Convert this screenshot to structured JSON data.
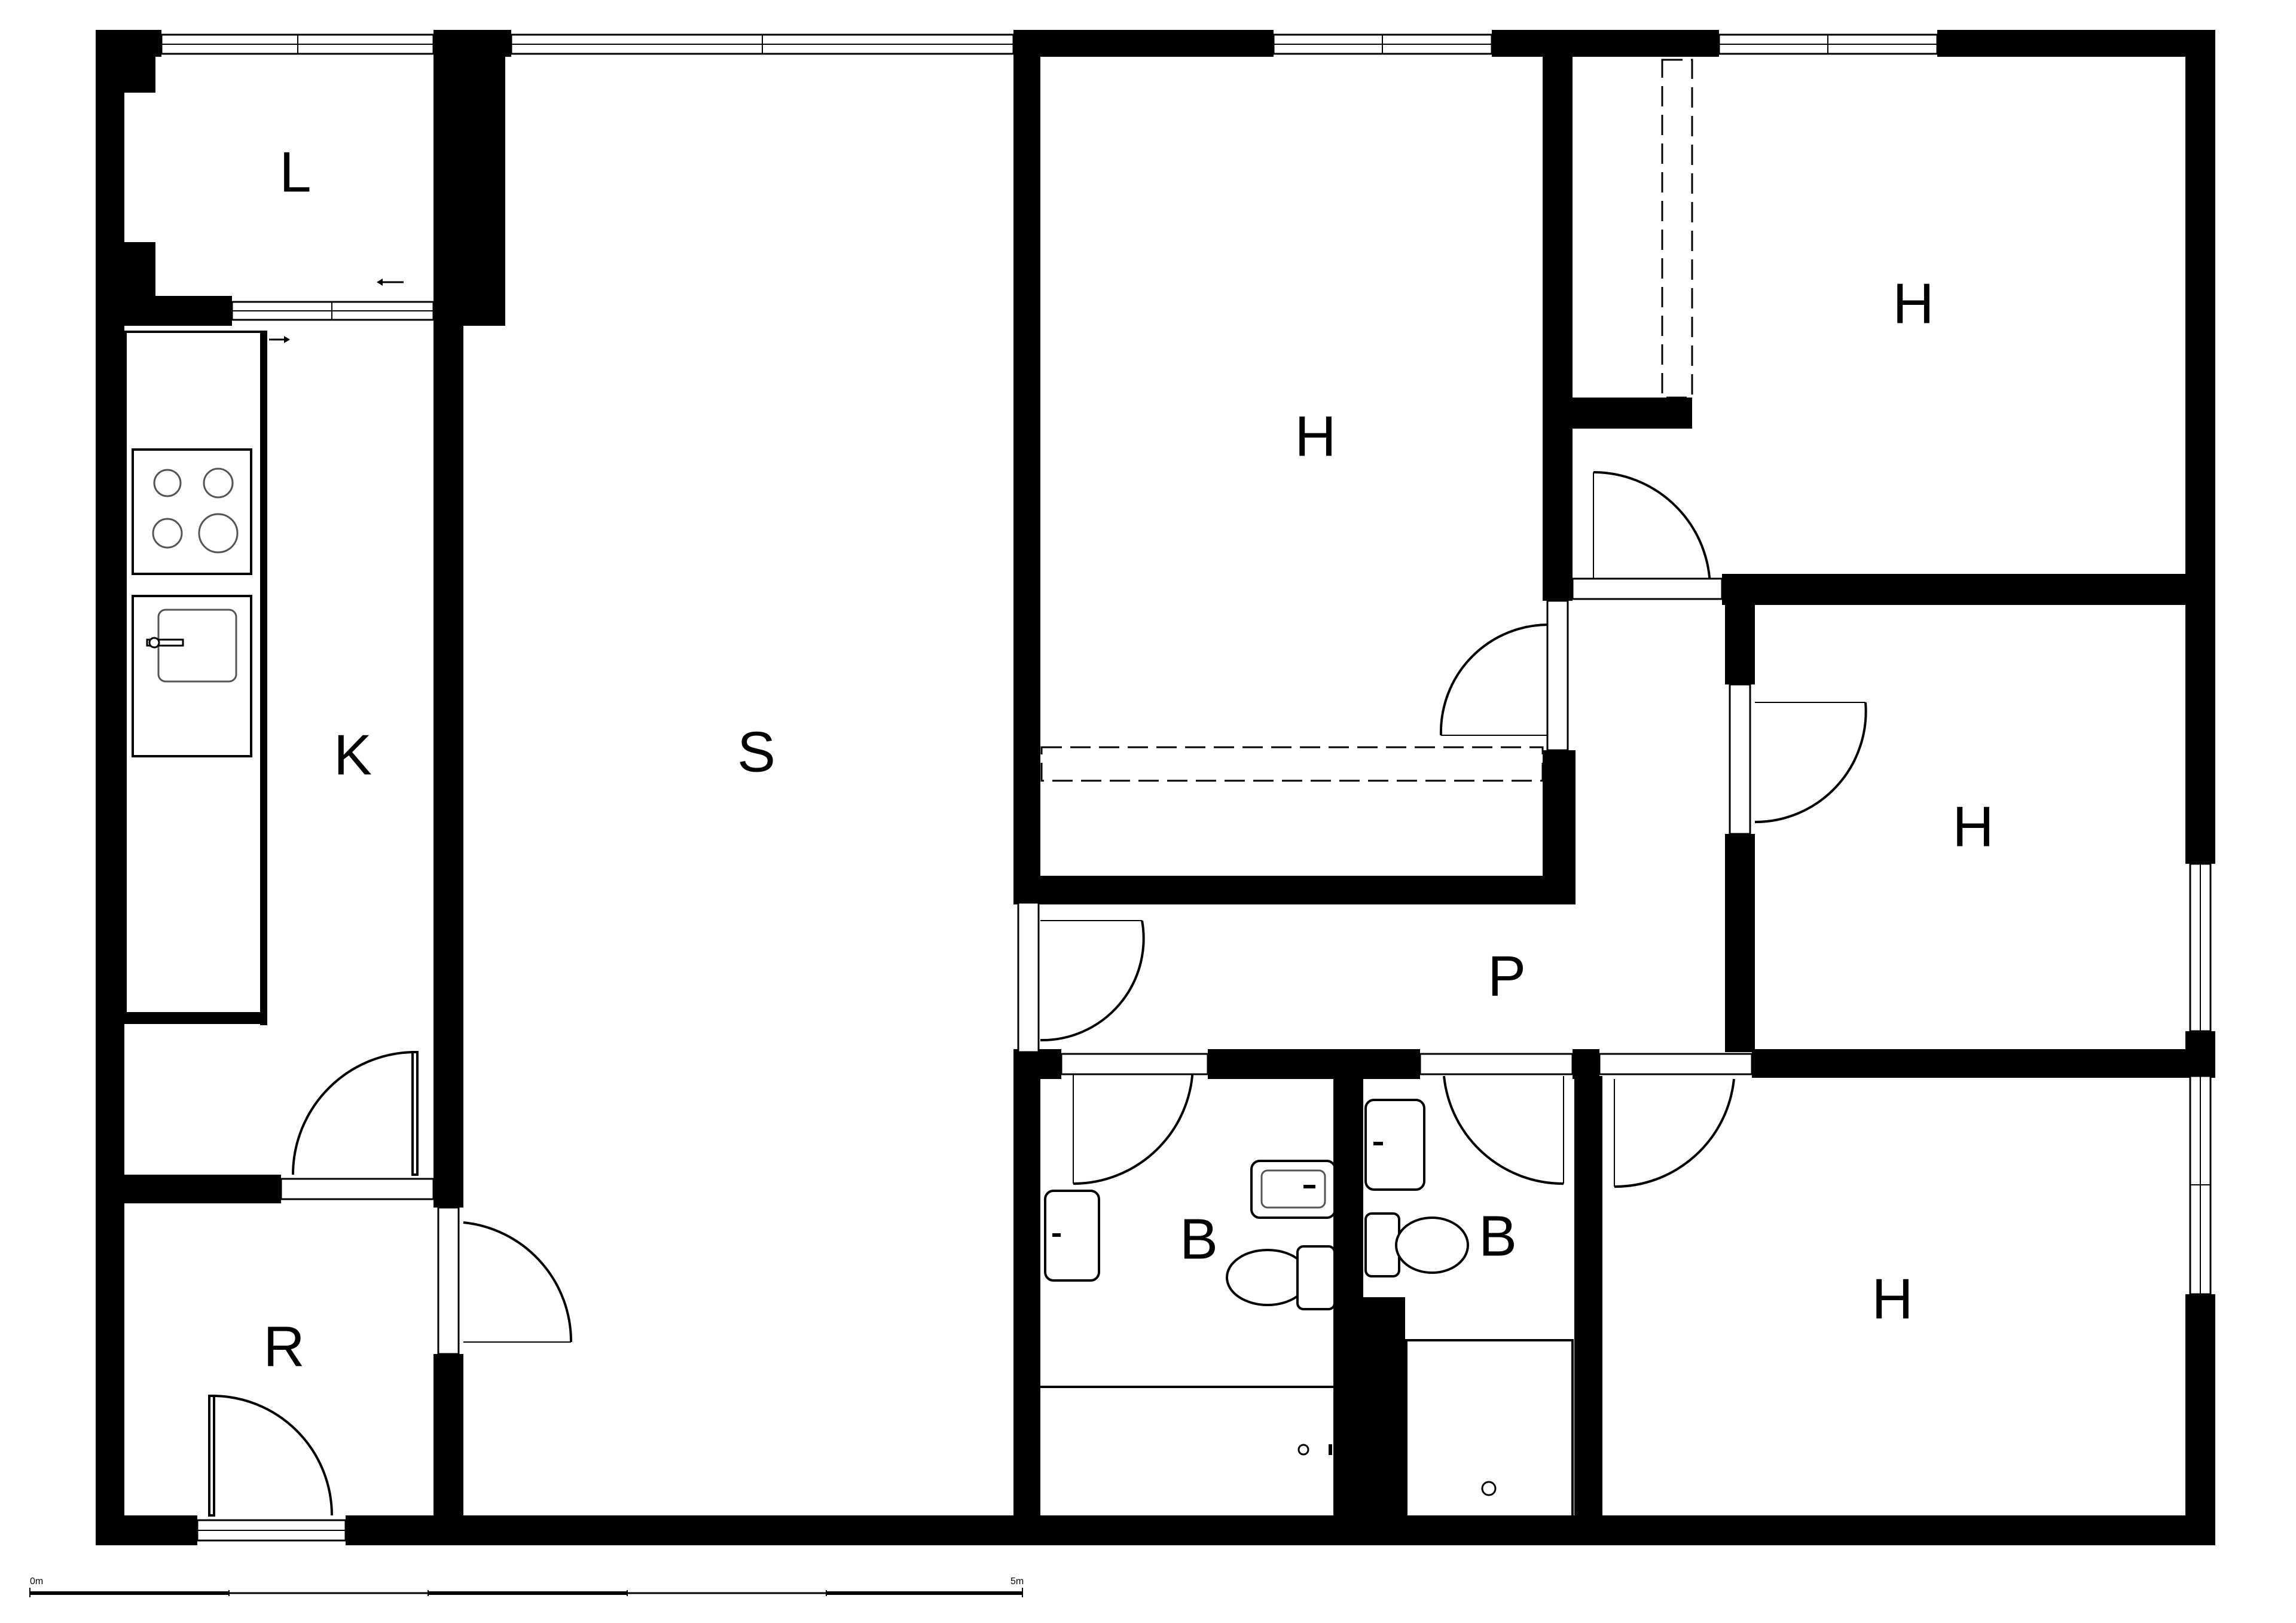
{
  "rooms": [
    {
      "id": "l",
      "label": "L"
    },
    {
      "id": "s",
      "label": "S"
    },
    {
      "id": "h1",
      "label": "H"
    },
    {
      "id": "h2",
      "label": "H"
    },
    {
      "id": "k",
      "label": "K"
    },
    {
      "id": "h3",
      "label": "H"
    },
    {
      "id": "p",
      "label": "P"
    },
    {
      "id": "b1",
      "label": "B"
    },
    {
      "id": "b2",
      "label": "B"
    },
    {
      "id": "r",
      "label": "R"
    },
    {
      "id": "h4",
      "label": "H"
    }
  ],
  "scale_bar": {
    "start_label": "0m",
    "end_label": "5m"
  }
}
